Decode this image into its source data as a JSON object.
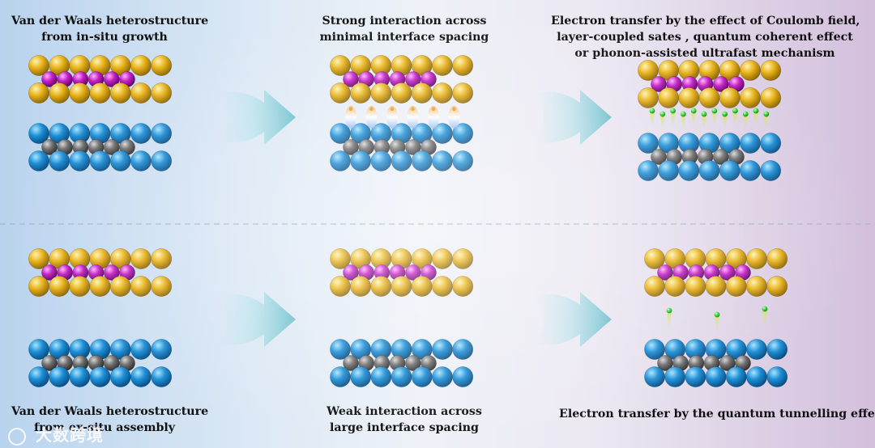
{
  "captions": {
    "top_left": [
      "Van der Waals heterostructure",
      "from in-situ growth"
    ],
    "top_middle": [
      "Strong interaction across",
      "minimal interface spacing"
    ],
    "top_right": [
      "Electron transfer by the effect of Coulomb field,",
      "layer-coupled sates , quantum coherent effect",
      "or phonon-assisted ultrafast mechanism"
    ],
    "bottom_left": [
      "Van der Waals heterostructure",
      "from ex-situ assembly"
    ],
    "bottom_middle": [
      "Weak interaction across",
      "large interface spacing"
    ],
    "bottom_right": [
      "Electron transfer by the quantum tunnelling effect"
    ]
  },
  "watermark": "大数跨境",
  "colors": {
    "gold_atom": "#e8b21a",
    "purple_atom": "#c21fc4",
    "blue_atom": "#1c8ed6",
    "gray_atom": "#6e6e6e",
    "electron": "#2fd42f",
    "arrow": "#6fc4cf"
  },
  "icons": [
    "arrow-right-icon",
    "electron-icon"
  ]
}
